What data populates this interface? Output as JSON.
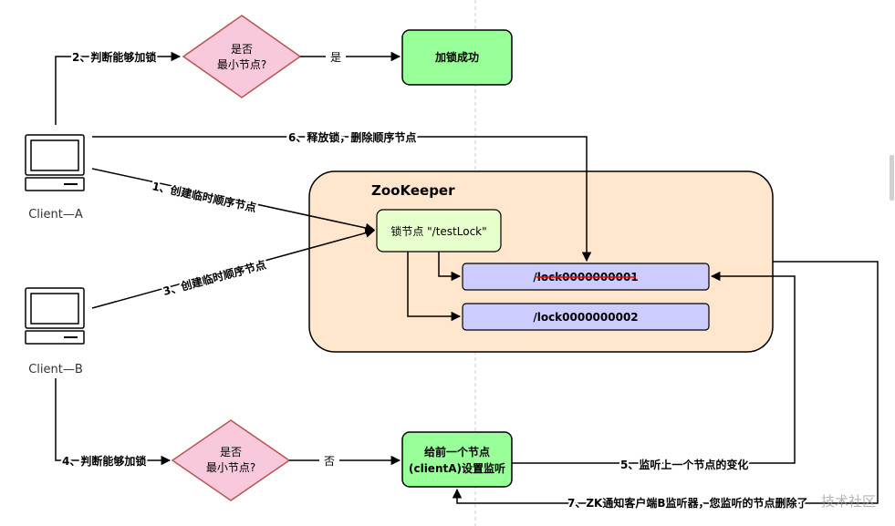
{
  "colors": {
    "diamond_fill": "#f8c8dc",
    "diamond_stroke": "#b85450",
    "green_fill": "#99ff99",
    "green_stroke": "#000000",
    "zk_fill": "#ffe6cc",
    "zk_stroke": "#000000",
    "node_fill": "#ccccff",
    "lock_node_fill": "#e6ffcc",
    "strike_color": "#ff0000"
  },
  "clients": {
    "a_label": "Client—A",
    "b_label": "Client—B"
  },
  "zookeeper": {
    "title": "ZooKeeper",
    "lock_node": "锁节点 \"/testLock\""
  },
  "nodes": {
    "node1": "/lock0000000001",
    "node2": "/lock0000000002"
  },
  "top_flow": {
    "diamond_line1": "是否",
    "diamond_line2": "最小节点?",
    "yes_label": "是",
    "success_box": "加锁成功"
  },
  "bottom_flow": {
    "diamond_line1": "是否",
    "diamond_line2": "最小节点?",
    "no_label": "否",
    "watch_line1": "给前一个节点",
    "watch_line2": "(clientA)设置监听"
  },
  "edges": {
    "e1": "1、创建临时顺序节点",
    "e2": "2、判断能够加锁",
    "e3": "3、创建临时顺序节点",
    "e4": "4、判断能够加锁",
    "e5": "5、监听上一个节点的变化",
    "e6": "6、释放锁，删除顺序节点",
    "e7": "7、ZK通知客户端B监听器，您监听的节点删除了"
  },
  "watermark": "技术社区"
}
